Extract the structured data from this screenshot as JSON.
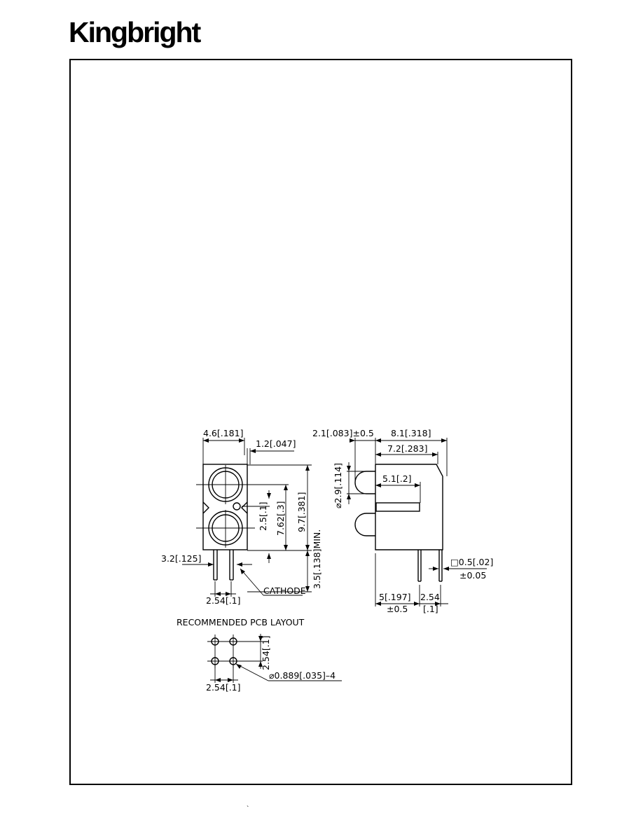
{
  "logo": {
    "text": "Kingbright"
  },
  "front_view": {
    "width_dim": "4.6[.181]",
    "offset_dim": "1.2[.047]",
    "spacing_dim": "2.5[.1]",
    "height_inner_dim": "7.62[.3]",
    "height_dim": "9.7[.381]",
    "lead_dim": "3.5[.138]MIN.",
    "lead_offset_dim": "3.2[.125]",
    "pitch_dim": "2.54[.1]",
    "cathode_label": "CATHODE"
  },
  "side_view": {
    "lens_offset_dim": "2.1[.083]±0.5",
    "depth_dim": "8.1[.318]",
    "body_depth_dim": "7.2[.283]",
    "slot_dim": "5.1[.2]",
    "lens_dia_dim": "⌀2.9[.114]",
    "lead_size_dim": "□0.5[.02]",
    "lead_size_tol": "±0.05",
    "lead_pos_dim": "5[.197]",
    "lead_pos_tol": "±0.5",
    "lead_pitch_dim": "2.54",
    "lead_pitch_inch": "[.1]"
  },
  "pcb_layout": {
    "title": "RECOMMENDED  PCB  LAYOUT",
    "vertical_dim": "2.54[.1]",
    "hole_dim": "⌀0.889[.035]–4",
    "horizontal_dim": "2.54[.1]"
  },
  "footer": {
    "mark": "`"
  }
}
